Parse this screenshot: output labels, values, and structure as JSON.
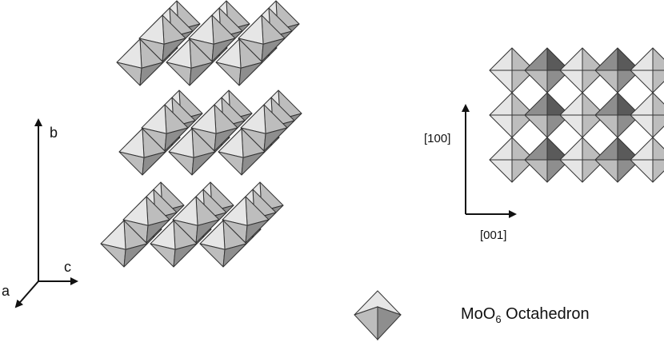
{
  "axes_left": {
    "b": "b",
    "c": "c",
    "a": "a"
  },
  "axes_right": {
    "vertical": "[100]",
    "horizontal": "[001]"
  },
  "legend": {
    "prefix": "MoO",
    "subscript": "6",
    "suffix": " Octahedron"
  },
  "colors": {
    "light": "#e6e6e6",
    "mid": "#bdbdbd",
    "dark": "#8e8e8e",
    "darkest": "#5a5a5a",
    "edge": "#333333"
  }
}
